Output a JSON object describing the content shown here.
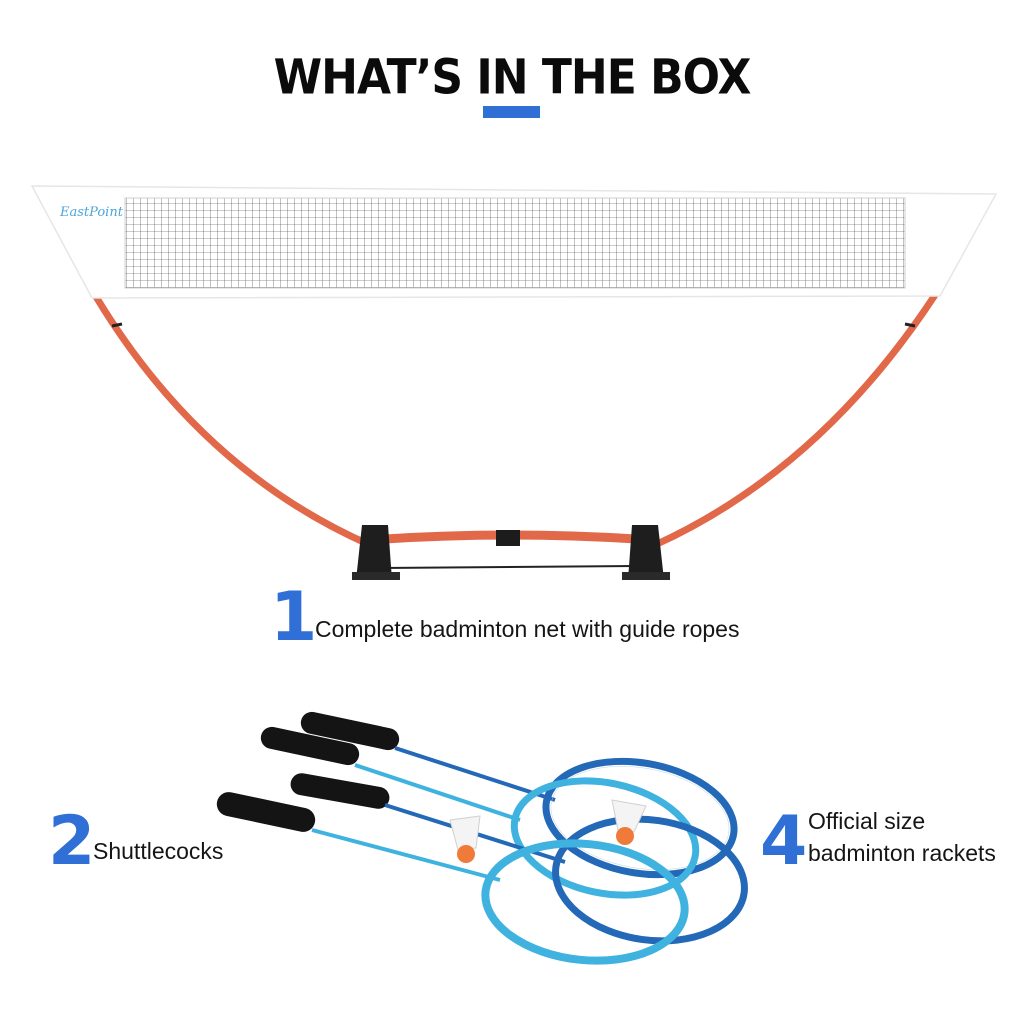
{
  "header": {
    "title": "WHAT’S IN THE BOX"
  },
  "net": {
    "brand": "EastPoint"
  },
  "items": [
    {
      "number": "1",
      "label": "Complete badminton net with guide ropes"
    },
    {
      "number": "2",
      "label": "Shuttlecocks"
    },
    {
      "number": "4",
      "label_line1": "Official size",
      "label_line2": "badminton rackets"
    }
  ],
  "colors": {
    "accent": "#2f6fd6",
    "pole": "#e2684a",
    "racket_light": "#3fb2e0",
    "racket_dark": "#2369b8",
    "shuttle_tip": "#f07a3a"
  }
}
